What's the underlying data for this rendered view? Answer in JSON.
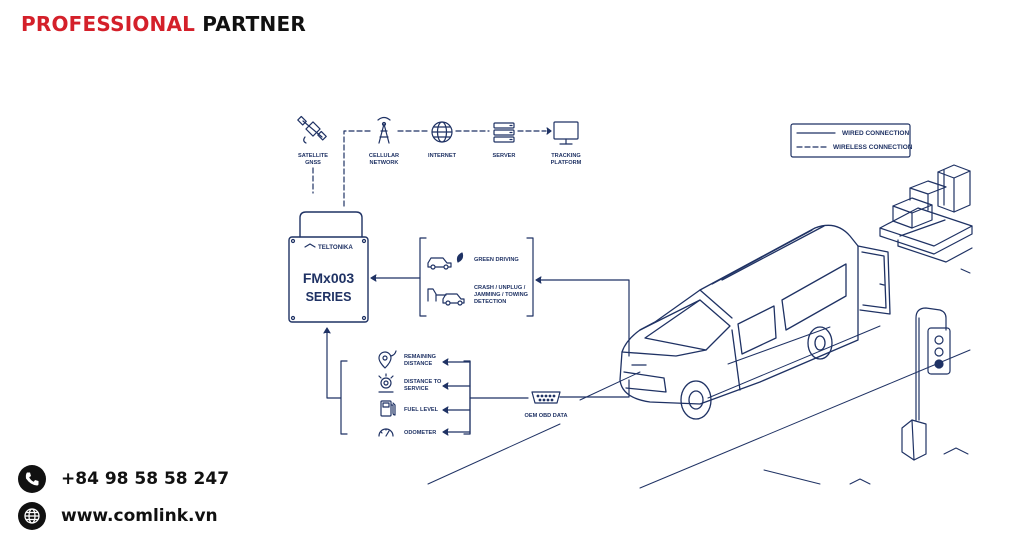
{
  "header": {
    "brand_red": "PROFESSIONAL",
    "brand_dark": "PARTNER"
  },
  "legend": {
    "wired": "WIRED CONNECTION",
    "wireless": "WIRELESS CONNECTION"
  },
  "top_chain": [
    {
      "line1": "SATELLITE",
      "line2": "GNSS",
      "icon": "satellite-icon"
    },
    {
      "line1": "CELLULAR",
      "line2": "NETWORK",
      "icon": "cell-tower-icon"
    },
    {
      "line1": "INTERNET",
      "line2": "",
      "icon": "globe-icon"
    },
    {
      "line1": "SERVER",
      "line2": "",
      "icon": "server-icon"
    },
    {
      "line1": "TRACKING",
      "line2": "PLATFORM",
      "icon": "monitor-icon"
    }
  ],
  "device": {
    "brand": "TELTONIKA",
    "model": "FMx003",
    "series": "SERIES"
  },
  "features": {
    "green_driving": "GREEN DRIVING",
    "crash_lines": [
      "CRASH / UNPLUG /",
      "JAMMING / TOWING",
      "DETECTION"
    ]
  },
  "obd_items": [
    {
      "line1": "REMAINING",
      "line2": "DISTANCE",
      "icon": "location-pin-icon"
    },
    {
      "line1": "DISTANCE TO",
      "line2": "SERVICE",
      "icon": "service-gear-icon"
    },
    {
      "line1": "FUEL LEVEL",
      "line2": "",
      "icon": "fuel-pump-icon"
    },
    {
      "line1": "ODOMETER",
      "line2": "",
      "icon": "odometer-icon"
    }
  ],
  "obd_connector": {
    "label": "OEM OBD DATA"
  },
  "contact": {
    "phone": "+84 98 58 58 247",
    "website": "www.comlink.vn"
  },
  "colors": {
    "brand_red": "#d4202a",
    "diagram_navy": "#1f3264",
    "text_dark": "#111111"
  }
}
